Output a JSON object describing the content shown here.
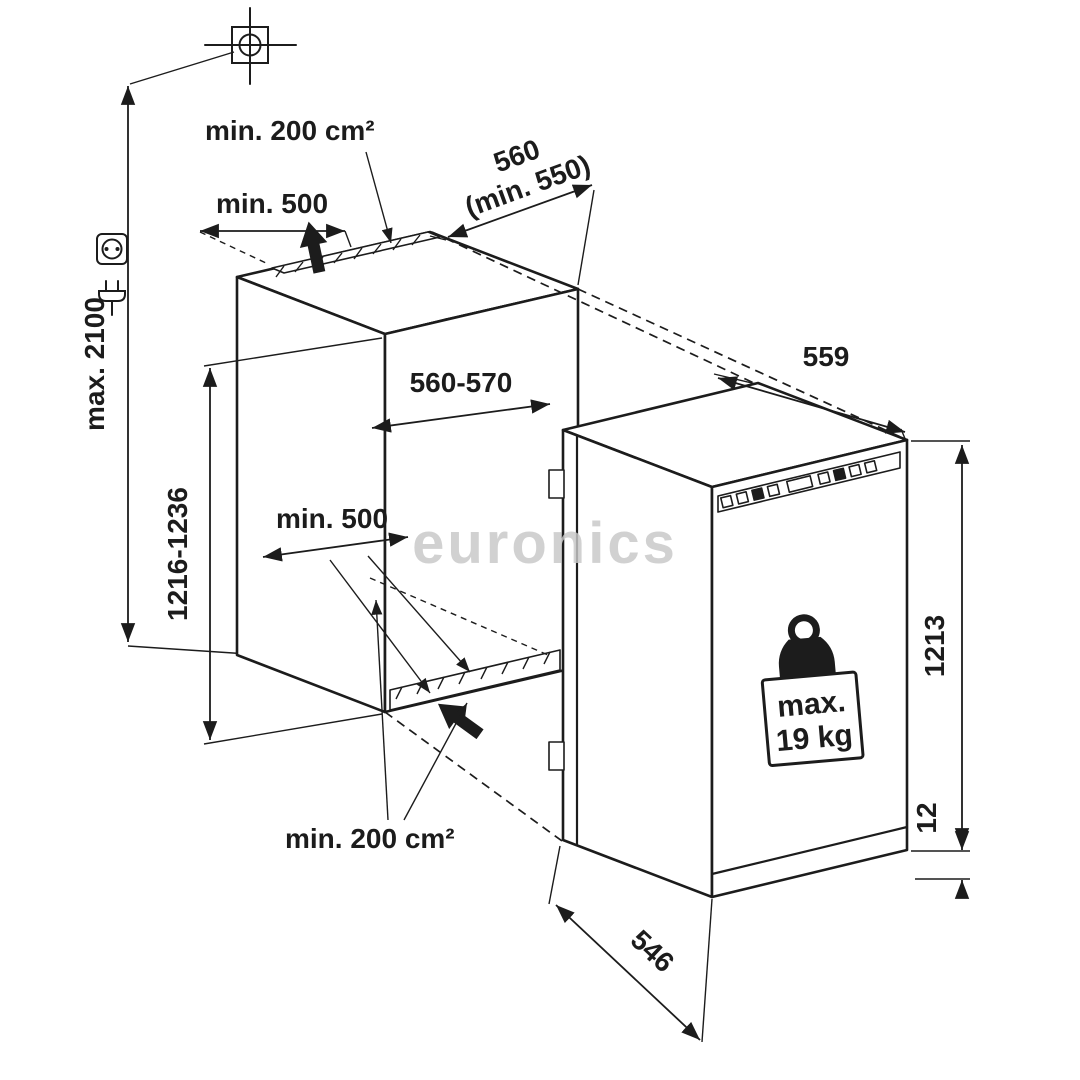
{
  "diagram": {
    "watermark": "euronics",
    "labels": {
      "total_height": "max. 2100",
      "top_vent_area": "min. 200 cm²",
      "top_vent_width": "min. 500",
      "niche_depth": "560",
      "niche_depth_min": "(min. 550)",
      "niche_height": "1216-1236",
      "niche_width": "560-570",
      "base_vent_width": "min. 500",
      "base_vent_area": "min. 200 cm²",
      "appliance_width": "559",
      "appliance_height": "1213",
      "appliance_depth": "546",
      "bottom_clearance": "12",
      "door_load_line1": "max.",
      "door_load_line2": "19 kg"
    },
    "colors": {
      "ink": "#1c1c1c",
      "interior_light": "#e8e8e8",
      "interior_shadow": "#d4d4d4",
      "watermark": "#c8c8c8"
    },
    "icons": {
      "registration_cross": "crosshair-registration-icon",
      "power_socket": "power-socket-icon",
      "power_plug": "power-plug-icon",
      "airflow_top": "airflow-arrow-icon",
      "airflow_bottom": "airflow-arrow-icon",
      "door_load": "weight-icon"
    }
  }
}
